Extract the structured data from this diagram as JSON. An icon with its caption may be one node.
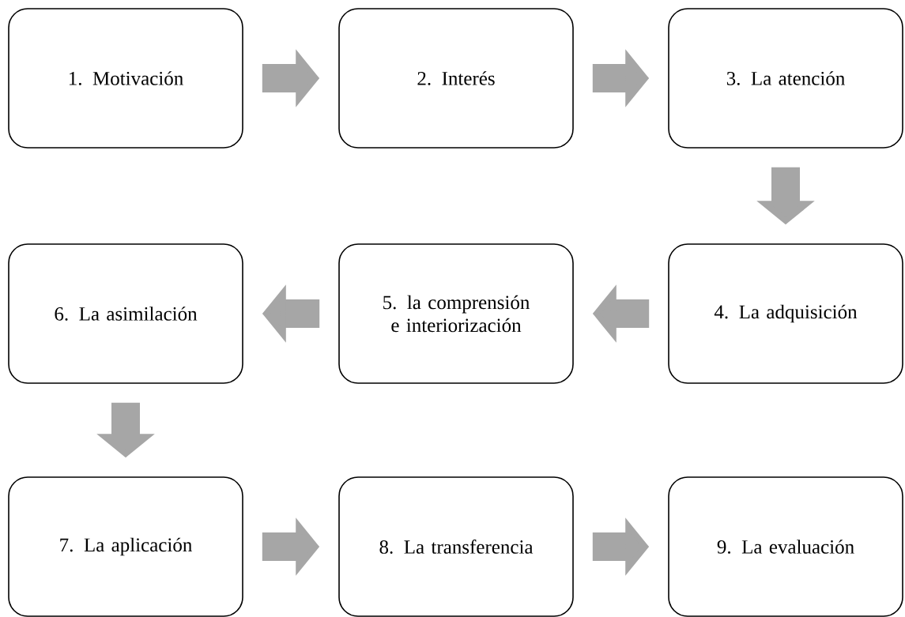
{
  "diagram": {
    "nodes": [
      {
        "text": [
          "1. Motivación"
        ]
      },
      {
        "text": [
          "2. Interés"
        ]
      },
      {
        "text": [
          "3. La atención"
        ]
      },
      {
        "text": [
          "4. La adquisición"
        ]
      },
      {
        "text": [
          "5. la comprensión e interiorización"
        ]
      },
      {
        "text": [
          "6. La asimilación"
        ]
      },
      {
        "text": [
          "7. La aplicación"
        ]
      },
      {
        "text": [
          "8. La transferencia"
        ]
      },
      {
        "text": [
          "9. La evaluación"
        ]
      }
    ],
    "edges": [
      {
        "from": 0,
        "to": 1,
        "arrow": "to"
      },
      {
        "from": 1,
        "to": 2,
        "arrow": "to"
      },
      {
        "from": 2,
        "to": 3,
        "arrow": "to"
      },
      {
        "from": 3,
        "to": 4,
        "arrow": "to"
      },
      {
        "from": 4,
        "to": 5,
        "arrow": "to"
      },
      {
        "from": 5,
        "to": 6,
        "arrow": "to"
      },
      {
        "from": 6,
        "to": 7,
        "arrow": "to"
      },
      {
        "from": 7,
        "to": 8,
        "arrow": "to"
      }
    ]
  }
}
